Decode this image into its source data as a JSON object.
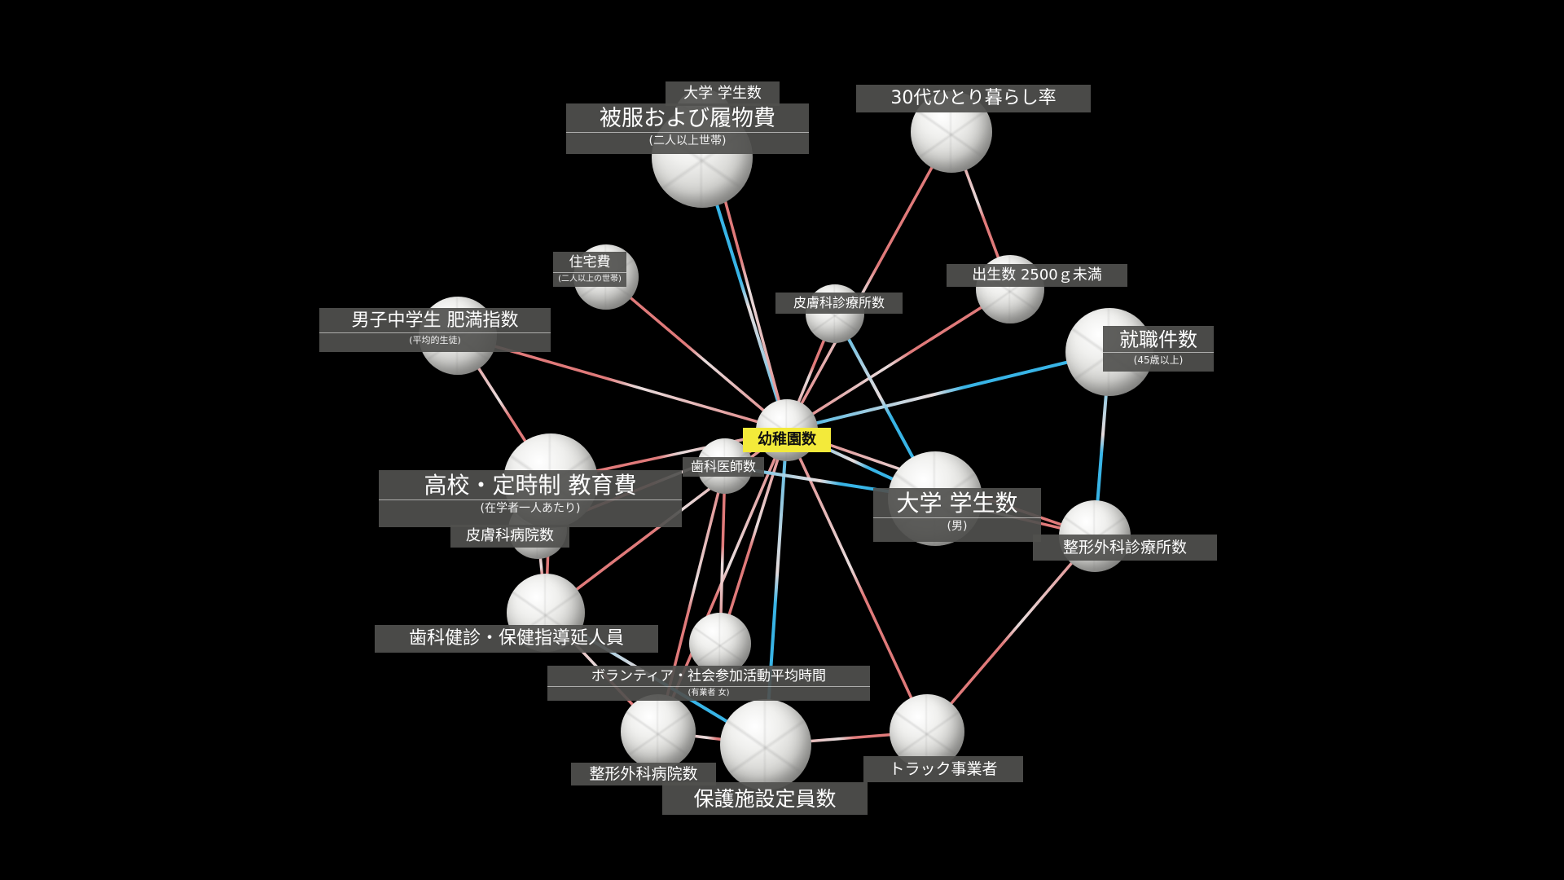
{
  "colors": {
    "background": "#000000",
    "edge_positive": "#e07a7a",
    "edge_negative": "#38b4e6",
    "label_bg": "#50504e",
    "center_label_bg": "#f3ea3a"
  },
  "nodes": [
    {
      "id": "kindergarten",
      "label": "幼稚園数",
      "sub": ""
    },
    {
      "id": "univ_students_top",
      "label": "大学 学生数",
      "sub": ""
    },
    {
      "id": "clothing",
      "label": "被服および履物費",
      "sub": "(二人以上世帯)"
    },
    {
      "id": "living_alone_30s",
      "label": "30代ひとり暮らし率",
      "sub": ""
    },
    {
      "id": "housing",
      "label": "住宅費",
      "sub": "(二人以上の世帯)"
    },
    {
      "id": "low_birth_weight",
      "label": "出生数 2500ｇ未満",
      "sub": ""
    },
    {
      "id": "derm_clinics",
      "label": "皮膚科診療所数",
      "sub": ""
    },
    {
      "id": "obesity",
      "label": "男子中学生 肥満指数",
      "sub": "(平均的生徒)"
    },
    {
      "id": "jobs",
      "label": "就職件数",
      "sub": "(45歳以上)"
    },
    {
      "id": "dentists",
      "label": "歯科医師数",
      "sub": ""
    },
    {
      "id": "hs_edu_cost",
      "label": "高校・定時制 教育費",
      "sub": "(在学者一人あたり)"
    },
    {
      "id": "univ_students_male",
      "label": "大学 学生数",
      "sub": "(男)"
    },
    {
      "id": "derm_hospitals",
      "label": "皮膚科病院数",
      "sub": ""
    },
    {
      "id": "ortho_clinics",
      "label": "整形外科診療所数",
      "sub": ""
    },
    {
      "id": "dental_guidance",
      "label": "歯科健診・保健指導延人員",
      "sub": ""
    },
    {
      "id": "volunteer",
      "label": "ボランティア・社会参加活動平均時間",
      "sub": "(有業者 女)"
    },
    {
      "id": "ortho_hospitals",
      "label": "整形外科病院数",
      "sub": ""
    },
    {
      "id": "protection_capacity",
      "label": "保護施設定員数",
      "sub": ""
    },
    {
      "id": "truck",
      "label": "トラック事業者",
      "sub": ""
    }
  ],
  "edges": [
    {
      "from": "kindergarten",
      "to": "clothing",
      "sign": "negative"
    },
    {
      "from": "kindergarten",
      "to": "univ_students_top",
      "sign": "positive"
    },
    {
      "from": "kindergarten",
      "to": "living_alone_30s",
      "sign": "positive"
    },
    {
      "from": "kindergarten",
      "to": "housing",
      "sign": "positive"
    },
    {
      "from": "kindergarten",
      "to": "low_birth_weight",
      "sign": "positive"
    },
    {
      "from": "kindergarten",
      "to": "derm_clinics",
      "sign": "positive"
    },
    {
      "from": "kindergarten",
      "to": "obesity",
      "sign": "positive"
    },
    {
      "from": "kindergarten",
      "to": "jobs",
      "sign": "negative"
    },
    {
      "from": "kindergarten",
      "to": "dentists",
      "sign": "positive"
    },
    {
      "from": "kindergarten",
      "to": "hs_edu_cost",
      "sign": "positive"
    },
    {
      "from": "kindergarten",
      "to": "univ_students_male",
      "sign": "negative"
    },
    {
      "from": "kindergarten",
      "to": "derm_hospitals",
      "sign": "positive"
    },
    {
      "from": "kindergarten",
      "to": "ortho_clinics",
      "sign": "positive"
    },
    {
      "from": "kindergarten",
      "to": "dental_guidance",
      "sign": "positive"
    },
    {
      "from": "kindergarten",
      "to": "volunteer",
      "sign": "positive"
    },
    {
      "from": "kindergarten",
      "to": "ortho_hospitals",
      "sign": "positive"
    },
    {
      "from": "kindergarten",
      "to": "protection_capacity",
      "sign": "negative"
    },
    {
      "from": "kindergarten",
      "to": "truck",
      "sign": "positive"
    },
    {
      "from": "living_alone_30s",
      "to": "low_birth_weight",
      "sign": "positive"
    },
    {
      "from": "jobs",
      "to": "ortho_clinics",
      "sign": "negative"
    },
    {
      "from": "ortho_clinics",
      "to": "truck",
      "sign": "positive"
    },
    {
      "from": "obesity",
      "to": "hs_edu_cost",
      "sign": "positive"
    },
    {
      "from": "hs_edu_cost",
      "to": "dental_guidance",
      "sign": "positive"
    },
    {
      "from": "derm_clinics",
      "to": "univ_students_male",
      "sign": "negative"
    },
    {
      "from": "univ_students_male",
      "to": "ortho_clinics",
      "sign": "positive"
    },
    {
      "from": "dentists",
      "to": "univ_students_male",
      "sign": "negative"
    },
    {
      "from": "dental_guidance",
      "to": "protection_capacity",
      "sign": "negative"
    },
    {
      "from": "dental_guidance",
      "to": "ortho_hospitals",
      "sign": "positive"
    },
    {
      "from": "dentists",
      "to": "ortho_hospitals",
      "sign": "positive"
    },
    {
      "from": "ortho_hospitals",
      "to": "protection_capacity",
      "sign": "positive"
    },
    {
      "from": "protection_capacity",
      "to": "truck",
      "sign": "positive"
    },
    {
      "from": "volunteer",
      "to": "dentists",
      "sign": "positive"
    },
    {
      "from": "derm_hospitals",
      "to": "dental_guidance",
      "sign": "positive"
    }
  ]
}
